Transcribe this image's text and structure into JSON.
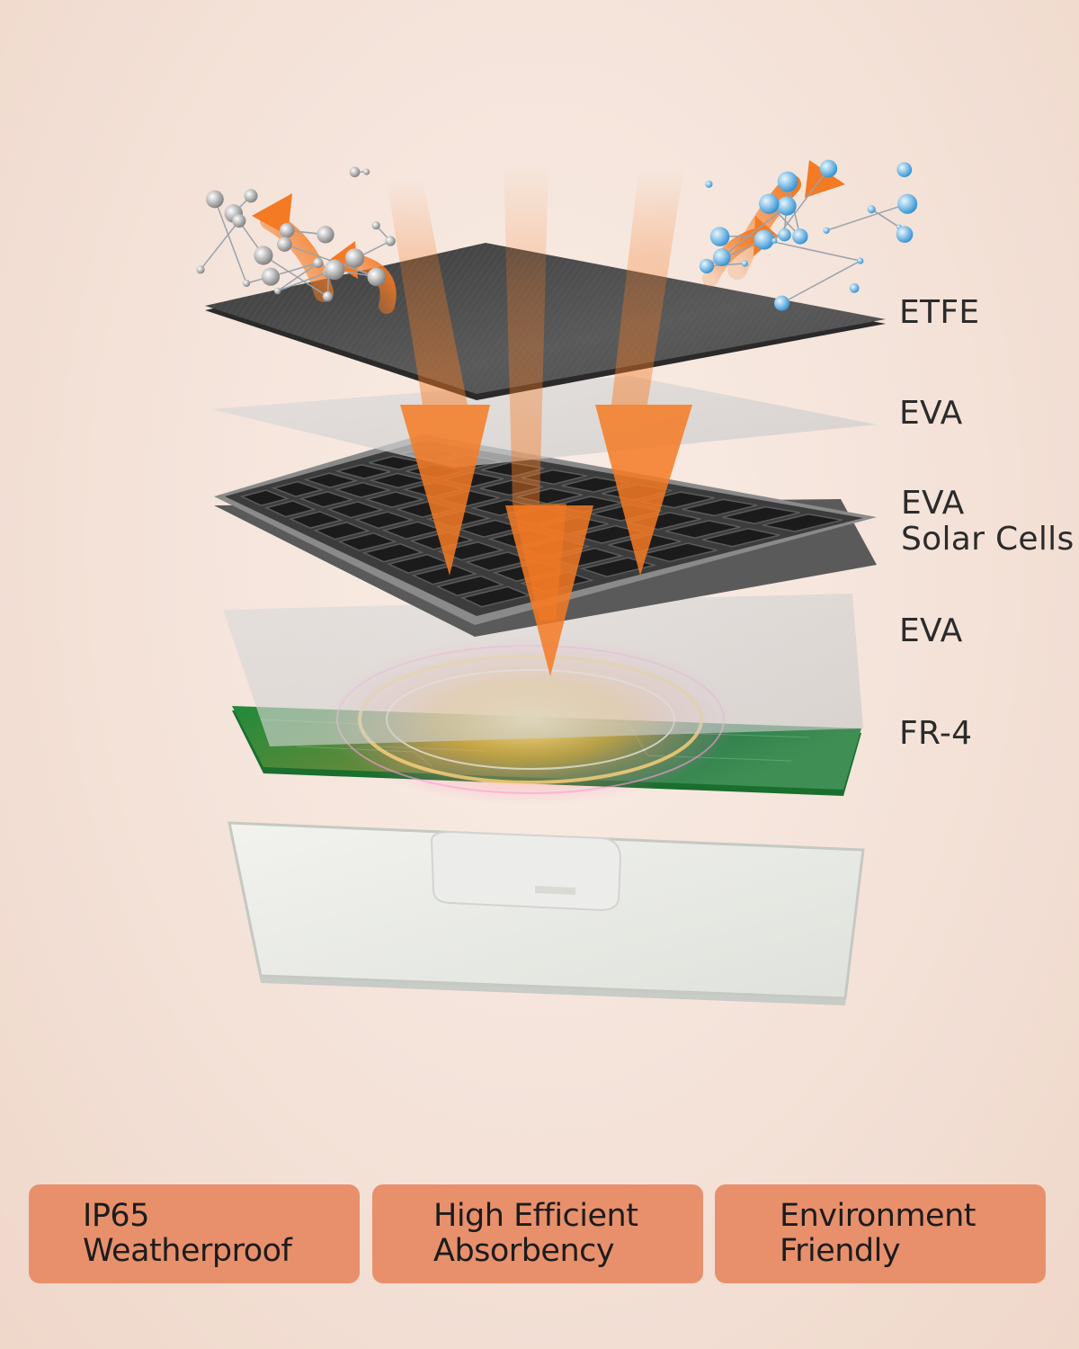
{
  "layers": [
    {
      "name": "etfe",
      "label": "ETFE"
    },
    {
      "name": "eva-top",
      "label": "EVA"
    },
    {
      "name": "eva-solar",
      "label_line1": "EVA",
      "label_line2": "Solar Cells"
    },
    {
      "name": "eva-bottom",
      "label": "EVA"
    },
    {
      "name": "fr4",
      "label": "FR-4"
    }
  ],
  "features": [
    {
      "line1": "IP65",
      "line2": "Weatherproof"
    },
    {
      "line1": "High Efficient",
      "line2": "Absorbency"
    },
    {
      "line1": "Environment",
      "line2": "Friendly"
    }
  ],
  "colors": {
    "accent_orange": "#f47a24",
    "badge_bg": "#e8906c",
    "pcb_green": "#1f8a3a",
    "text_dark": "#2b2b2b"
  }
}
